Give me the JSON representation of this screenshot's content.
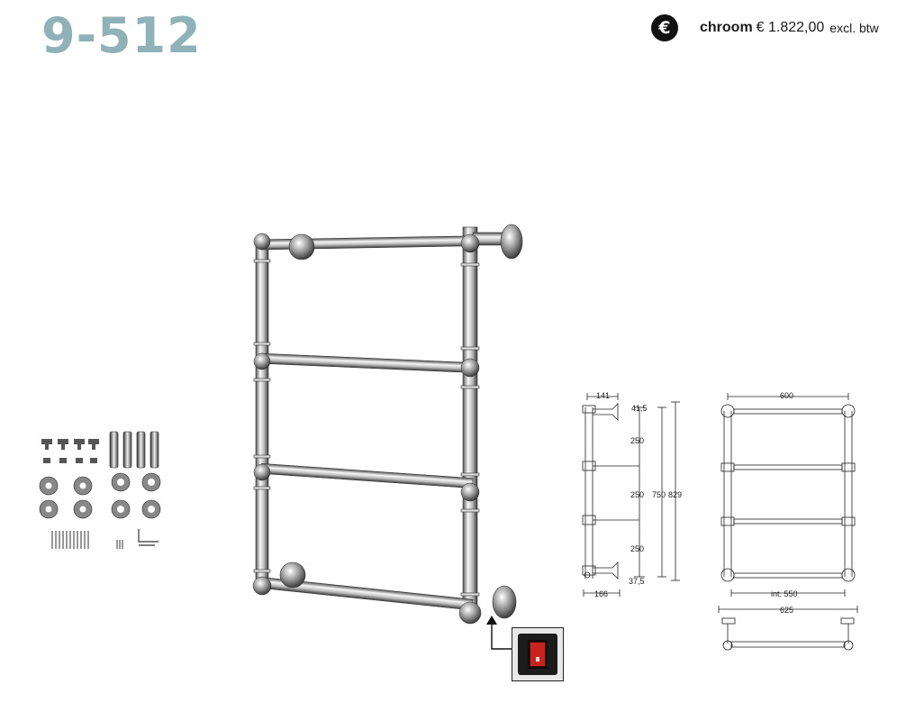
{
  "product": {
    "code": "9-512"
  },
  "price": {
    "icon": "euro-icon",
    "finish": "chroom",
    "amount": "€ 1.822,00",
    "tax_note": "excl. btw"
  },
  "side_drawing": {
    "dims": {
      "top_width": "141",
      "top_offset": "41,5",
      "gap1": "250",
      "gap2": "250",
      "gap3": "250",
      "total_h1": "750",
      "total_h2": "829",
      "bottom_offset": "37,5",
      "bottom_width": "166"
    }
  },
  "front_drawing": {
    "dims": {
      "width": "600",
      "inner": "int. 550",
      "outer": "625"
    }
  },
  "colors": {
    "title": "#8fb2b8",
    "chrome_dark": "#4a4a4a",
    "switch_red": "#c8231c"
  },
  "icons": [
    "euro-icon",
    "power-switch-icon",
    "arrow-up-icon"
  ]
}
